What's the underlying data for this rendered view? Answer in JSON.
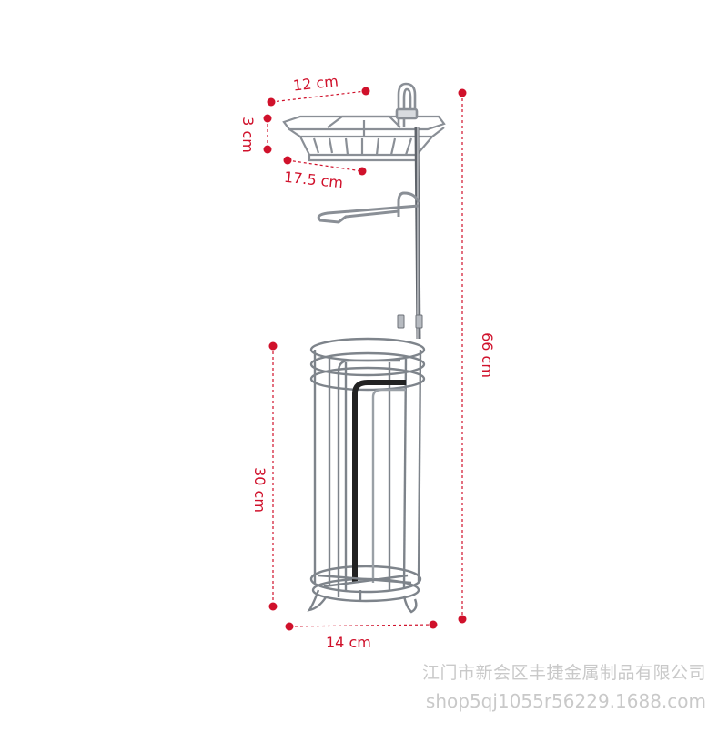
{
  "dimensions": {
    "shelf_width": "12 cm",
    "shelf_height": "3 cm",
    "shelf_depth": "17.5 cm",
    "total_height": "66 cm",
    "base_height": "30 cm",
    "base_width": "14 cm"
  },
  "watermark": {
    "company": "江门市新会区丰捷金属制品有限公司",
    "shop_url": "shop5qj1055r56229.1688.com"
  },
  "colors": {
    "dimension_red": "#d0112b",
    "chrome": "#8a8f96",
    "watermark": "#c9c9c9"
  }
}
